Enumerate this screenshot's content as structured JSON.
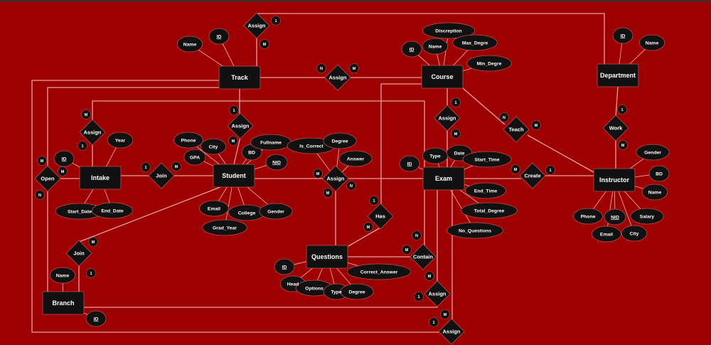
{
  "title": "ER Diagram",
  "colors": {
    "background": "#9c0000",
    "shape": "#111111",
    "line": "#f0a0a0",
    "text": "#ffffff"
  },
  "entities": [
    {
      "id": "track",
      "label": "Track"
    },
    {
      "id": "course",
      "label": "Course"
    },
    {
      "id": "department",
      "label": "Department"
    },
    {
      "id": "intake",
      "label": "Intake"
    },
    {
      "id": "student",
      "label": "Student"
    },
    {
      "id": "exam",
      "label": "Exam"
    },
    {
      "id": "instructor",
      "label": "Instructor"
    },
    {
      "id": "questions",
      "label": "Questions"
    },
    {
      "id": "branch",
      "label": "Branch"
    }
  ],
  "relationships": [
    {
      "id": "r_assign_top",
      "label": "Assign",
      "cards": [
        "1",
        "M"
      ]
    },
    {
      "id": "r_assign_tc",
      "label": "Assign",
      "cards": [
        "N",
        "M"
      ]
    },
    {
      "id": "r_assign_ts",
      "label": "Assign",
      "cards": [
        "1",
        "M"
      ]
    },
    {
      "id": "r_assign_intake",
      "label": "Assign",
      "cards": [
        "M",
        "1"
      ]
    },
    {
      "id": "r_open",
      "label": "Open",
      "cards": [
        "M",
        "M",
        "N"
      ]
    },
    {
      "id": "r_join_is",
      "label": "Join",
      "cards": [
        "1",
        "M"
      ]
    },
    {
      "id": "r_assign_se",
      "label": "Assign",
      "cards": [
        "M",
        "N",
        "M"
      ]
    },
    {
      "id": "r_assign_ce",
      "label": "Assign",
      "cards": [
        "1",
        "M"
      ]
    },
    {
      "id": "r_teach",
      "label": "Teach",
      "cards": [
        "N",
        "M"
      ]
    },
    {
      "id": "r_work",
      "label": "Work",
      "cards": [
        "1",
        "M"
      ]
    },
    {
      "id": "r_create",
      "label": "Create",
      "cards": [
        "M",
        "1"
      ]
    },
    {
      "id": "r_has",
      "label": "Has",
      "cards": [
        "1",
        "M"
      ]
    },
    {
      "id": "r_contain",
      "label": "Contain",
      "cards": [
        "N",
        "M"
      ]
    },
    {
      "id": "r_assign_eq",
      "label": "Assign",
      "cards": [
        "M",
        "1"
      ]
    },
    {
      "id": "r_assign_bottom",
      "label": "Assign",
      "cards": [
        "M",
        "1"
      ]
    },
    {
      "id": "r_join_branch",
      "label": "Join",
      "cards": [
        "M",
        "1"
      ]
    }
  ],
  "attributes": [
    {
      "id": "a_track_name",
      "label": "Name",
      "key": false
    },
    {
      "id": "a_track_id",
      "label": "ID",
      "key": true
    },
    {
      "id": "a_course_id",
      "label": "ID",
      "key": true
    },
    {
      "id": "a_course_name",
      "label": "Name",
      "key": false
    },
    {
      "id": "a_course_desc",
      "label": "Discreption",
      "key": false
    },
    {
      "id": "a_course_max",
      "label": "Max_Degre",
      "key": false
    },
    {
      "id": "a_course_min",
      "label": "Min_Degre",
      "key": false
    },
    {
      "id": "a_dept_id",
      "label": "ID",
      "key": true
    },
    {
      "id": "a_dept_name",
      "label": "Name",
      "key": false
    },
    {
      "id": "a_intake_id",
      "label": "ID",
      "key": true
    },
    {
      "id": "a_intake_year",
      "label": "Year",
      "key": false
    },
    {
      "id": "a_intake_start",
      "label": "Start_Date",
      "key": false
    },
    {
      "id": "a_intake_end",
      "label": "End_Date",
      "key": false
    },
    {
      "id": "a_st_phone",
      "label": "Phone",
      "key": false
    },
    {
      "id": "a_st_city",
      "label": "City",
      "key": false
    },
    {
      "id": "a_st_gpa",
      "label": "GPA",
      "key": false
    },
    {
      "id": "a_st_bd",
      "label": "BD",
      "key": false
    },
    {
      "id": "a_st_fullname",
      "label": "Fullname",
      "key": false
    },
    {
      "id": "a_st_nid",
      "label": "NID",
      "key": true
    },
    {
      "id": "a_st_email",
      "label": "Email",
      "key": false
    },
    {
      "id": "a_st_grad",
      "label": "Grad_Year",
      "key": false
    },
    {
      "id": "a_st_college",
      "label": "College",
      "key": false
    },
    {
      "id": "a_st_gender",
      "label": "Gender",
      "key": false
    },
    {
      "id": "a_se_correct",
      "label": "Is_Correct",
      "key": false
    },
    {
      "id": "a_se_degree",
      "label": "Degree",
      "key": false
    },
    {
      "id": "a_se_answer",
      "label": "Answer",
      "key": false
    },
    {
      "id": "a_ex_id",
      "label": "ID",
      "key": true
    },
    {
      "id": "a_ex_type",
      "label": "Type",
      "key": false
    },
    {
      "id": "a_ex_date",
      "label": "Date",
      "key": false
    },
    {
      "id": "a_ex_start",
      "label": "Start_Time",
      "key": false
    },
    {
      "id": "a_ex_end",
      "label": "End_Time",
      "key": false
    },
    {
      "id": "a_ex_total",
      "label": "Total_Degree",
      "key": false
    },
    {
      "id": "a_ex_noq",
      "label": "No_Questions",
      "key": false
    },
    {
      "id": "a_in_gender",
      "label": "Gender",
      "key": false
    },
    {
      "id": "a_in_bd",
      "label": "BD",
      "key": false
    },
    {
      "id": "a_in_name",
      "label": "Name",
      "key": false
    },
    {
      "id": "a_in_phone",
      "label": "Phone",
      "key": false
    },
    {
      "id": "a_in_nid",
      "label": "NID",
      "key": true
    },
    {
      "id": "a_in_email",
      "label": "Email",
      "key": false
    },
    {
      "id": "a_in_city",
      "label": "City",
      "key": false
    },
    {
      "id": "a_in_salary",
      "label": "Salary",
      "key": false
    },
    {
      "id": "a_q_id",
      "label": "ID",
      "key": true
    },
    {
      "id": "a_q_head",
      "label": "Head",
      "key": false
    },
    {
      "id": "a_q_options",
      "label": "Options",
      "key": false
    },
    {
      "id": "a_q_type",
      "label": "Type",
      "key": false
    },
    {
      "id": "a_q_degree",
      "label": "Degree",
      "key": false
    },
    {
      "id": "a_q_correct",
      "label": "Correct_Answer",
      "key": false
    },
    {
      "id": "a_br_name",
      "label": "Name",
      "key": false
    },
    {
      "id": "a_br_id",
      "label": "ID",
      "key": true
    }
  ]
}
